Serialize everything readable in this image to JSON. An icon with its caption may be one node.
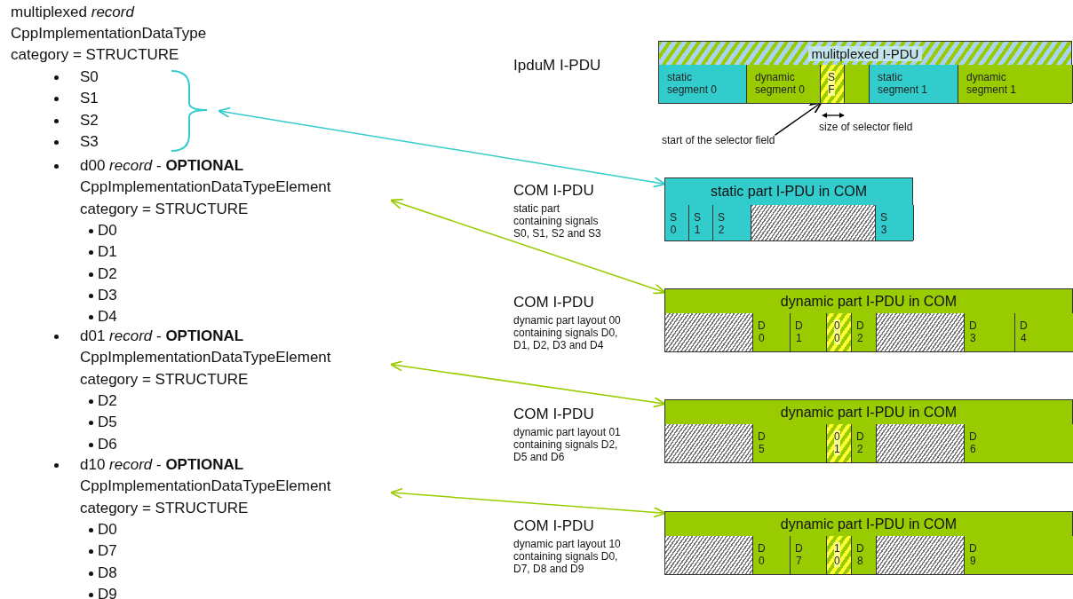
{
  "diagram": {
    "nodes": [
      {
        "text": [
          "S0",
          "S1",
          "S2",
          "S3"
        ]
      },
      {
        "text": [
          "d00 *record* - **OPTIONAL**",
          "CppImplementationDataTypeElement",
          "category = STRUCTURE",
          "D0",
          "D1",
          "D2",
          "D3",
          "D4"
        ]
      },
      {
        "text": [
          "d01 *record* - **OPTIONAL**",
          "CppImplementationDataTypeElement",
          "category = STRUCTURE",
          "D2",
          "D5",
          "D6"
        ]
      },
      {
        "text": [
          "d10 *record* - **OPTIONAL**",
          "CppImplementationDataTypeElement",
          "category = STRUCTURE",
          "D0",
          "D7",
          "D8",
          "D9"
        ]
      },
      {
        "text": [
          "mulitplexed I-PDU"
        ]
      },
      {
        "text": [
          "static segment 0"
        ],
        "in": 4
      },
      {
        "text": [
          "dynamic segment 0"
        ],
        "in": 4
      },
      {
        "text": [
          "S F"
        ],
        "in": 4
      },
      {
        "text": [],
        "shape": "box",
        "in": 4
      },
      {
        "text": [
          "static segment 1"
        ],
        "in": 4
      },
      {
        "text": [
          "dynamic segment 1"
        ],
        "in": 4
      },
      {
        "text": [
          "start of the selector field"
        ]
      },
      {
        "text": [
          "static part I-PDU in COM"
        ]
      },
      {
        "text": [
          "S 0"
        ],
        "in": 12
      },
      {
        "text": [
          "S 1"
        ],
        "in": 12
      },
      {
        "text": [
          "S 2"
        ],
        "in": 12
      },
      {
        "text": [],
        "shape": "box",
        "in": 12
      },
      {
        "text": [
          "S 3"
        ],
        "in": 12
      },
      {
        "text": [
          "dynamic part I-PDU in COM"
        ]
      },
      {
        "text": [],
        "shape": "box",
        "in": 18
      },
      {
        "text": [
          "D 0"
        ],
        "in": 18
      },
      {
        "text": [
          "D 1"
        ],
        "in": 18
      },
      {
        "text": [
          "0 0"
        ],
        "in": 18
      },
      {
        "text": [
          "D 2"
        ],
        "in": 18
      },
      {
        "text": [],
        "shape": "box",
        "in": 18
      },
      {
        "text": [
          "D 3"
        ],
        "in": 18
      },
      {
        "text": [
          "D 4"
        ],
        "in": 18
      },
      {
        "text": [
          "dynamic part I-PDU in COM"
        ]
      },
      {
        "text": [],
        "shape": "box",
        "in": 27
      },
      {
        "text": [
          "D 5"
        ],
        "in": 27
      },
      {
        "text": [
          "0 1"
        ],
        "in": 27
      },
      {
        "text": [
          "D 2"
        ],
        "in": 27
      },
      {
        "text": [],
        "shape": "box",
        "in": 27
      },
      {
        "text": [
          "D 6"
        ],
        "in": 27
      },
      {
        "text": [
          "dynamic part I-PDU in COM"
        ]
      },
      {
        "text": [],
        "shape": "box",
        "in": 34
      },
      {
        "text": [
          "D 0"
        ],
        "in": 34
      },
      {
        "text": [
          "D 7"
        ],
        "in": 34
      },
      {
        "text": [
          "1 0"
        ],
        "in": 34
      },
      {
        "text": [
          "D 8"
        ],
        "in": 34
      },
      {
        "text": [],
        "shape": "box",
        "in": 34
      },
      {
        "text": [
          "D 9"
        ],
        "in": 34
      }
    ],
    "edges": [
      {
        "from": 0,
        "to": 12,
        "arrow": "both",
        "color": "#33cccc"
      },
      {
        "from": 1,
        "to": 18,
        "arrow": "both"
      },
      {
        "from": 2,
        "to": 27,
        "arrow": "both"
      },
      {
        "from": 3,
        "to": 34,
        "arrow": "both"
      },
      {
        "from": 11,
        "to": 7,
        "arrow": "to",
        "color": "#000000"
      }
    ],
    "labels": [
      "multiplexed *record*",
      "CppImplementationDataType",
      "category = STRUCTURE",
      "IpduM I-PDU",
      "size of selector field",
      "COM I-PDU",
      "static part containing signals S0, S1, S2 and S3",
      "COM I-PDU",
      "dynamic part layout 00 containing signals D0, D1, D2, D3 and D4",
      "COM I-PDU",
      "dynamic part layout 01 containing signals D2, D5 and D6",
      "COM I-PDU",
      "dynamic part layout 10 containing signals D0, D7, D8 and D9"
    ]
  }
}
